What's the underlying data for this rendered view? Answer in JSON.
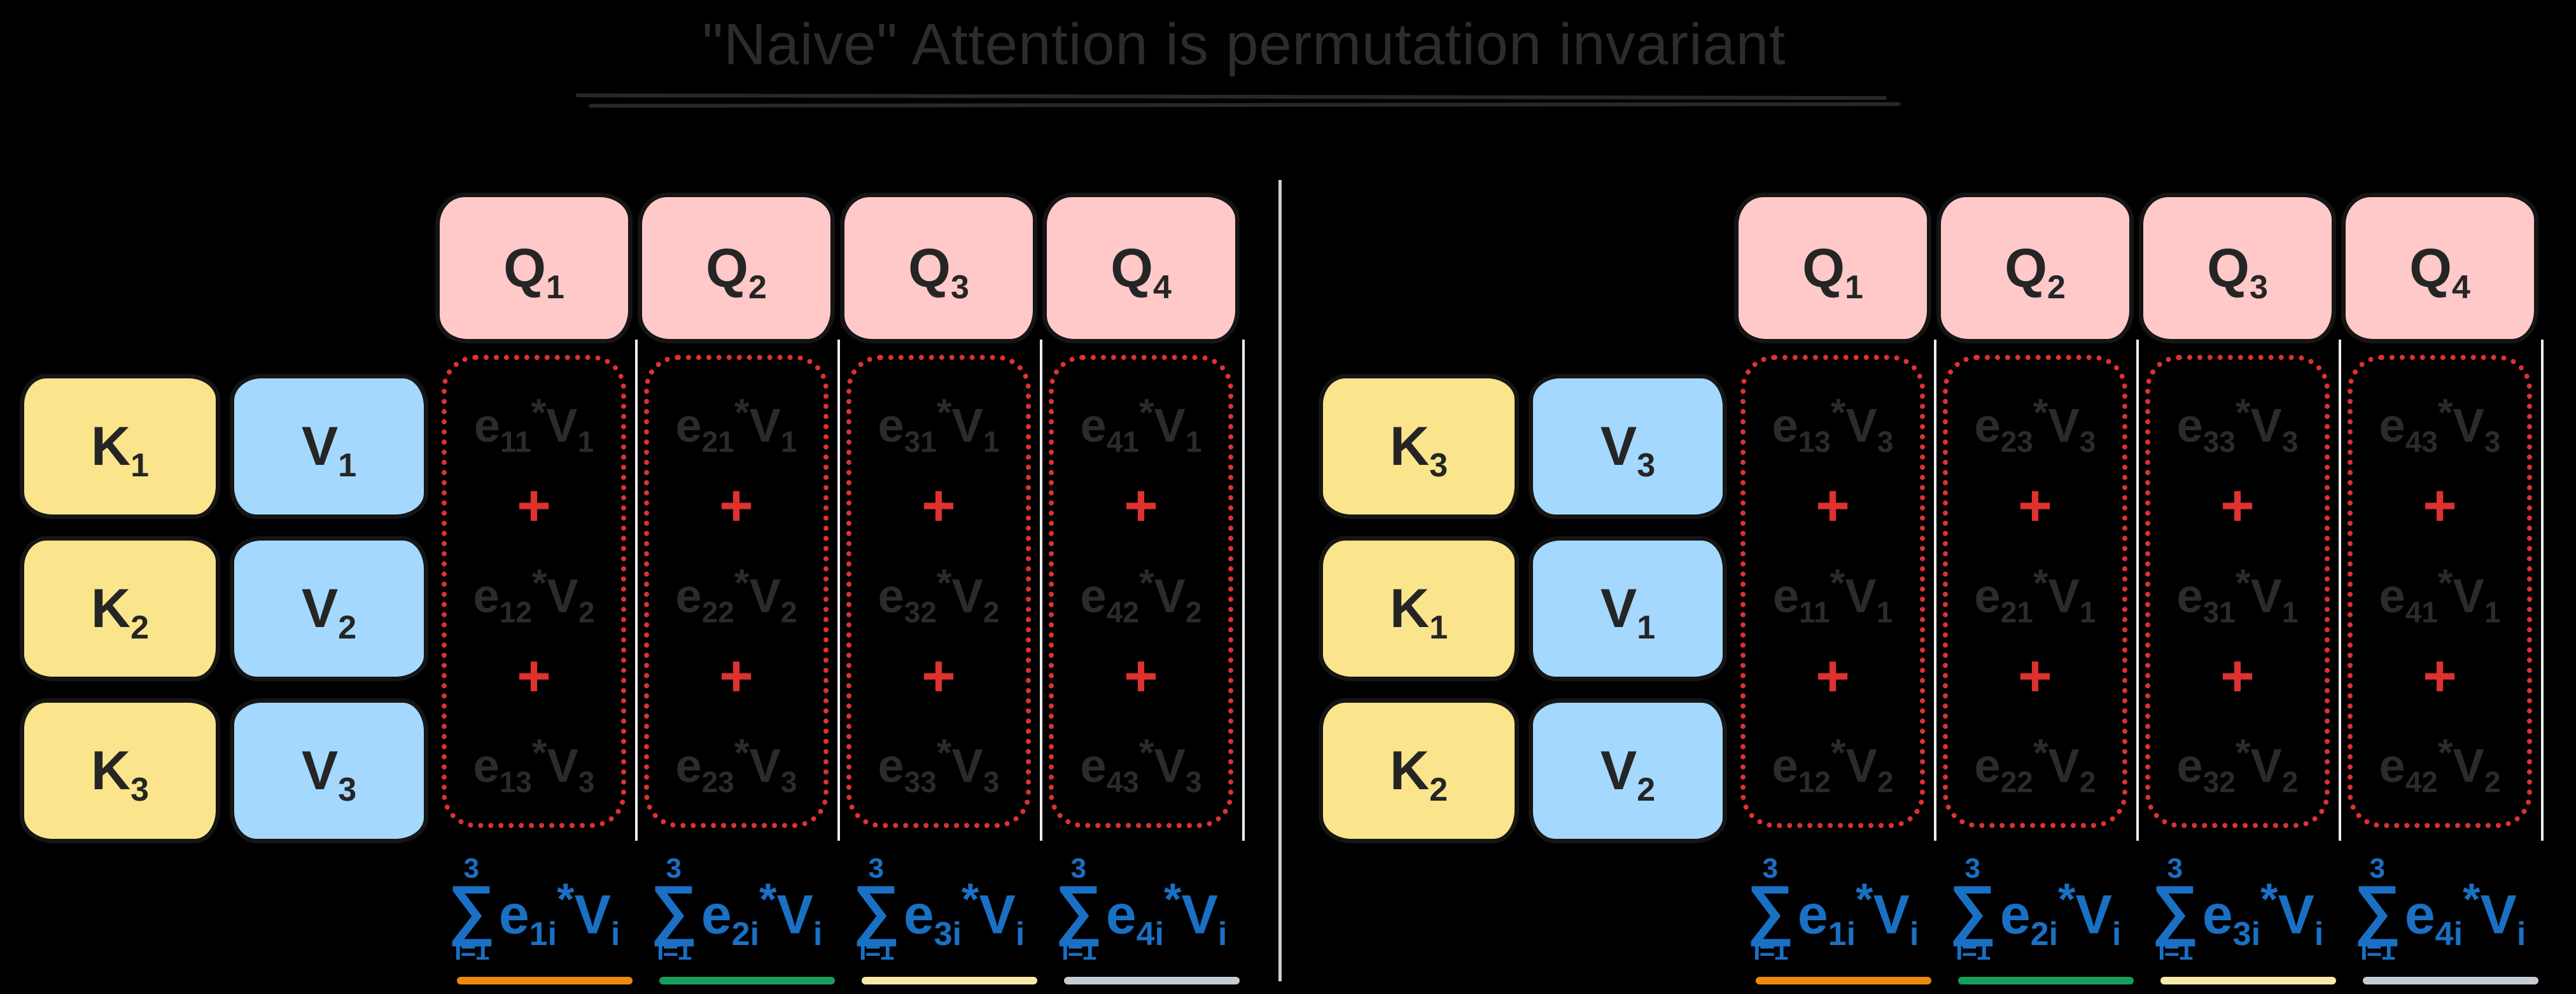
{
  "title": {
    "text": "\"Naive\" Attention is permutation invariant"
  },
  "symbols": {
    "k": "K",
    "v": "V",
    "q": "Q",
    "e": "e",
    "star": "*",
    "plus": "+",
    "sigma": "∑"
  },
  "colors": {
    "background": "#000000",
    "k_box_fill": "#fae58c",
    "v_box_fill": "#a5d8ff",
    "q_box_fill": "#ffc9c9",
    "box_border": "#151515",
    "dotted_border": "#e03131",
    "plus_sign": "#e03131",
    "faint_expression_text": "#2b2b2b",
    "title_text": "#2c2c2f",
    "sum_formula_text": "#1a70c4",
    "column_separator": "#eceef0",
    "panel_divider": "#ccd1d8",
    "underline_colors": [
      "#ee8a0b",
      "#159e5c",
      "#f9e9a9",
      "#c6ccd2"
    ]
  },
  "panels": [
    {
      "kv_rows": [
        {
          "k_sub": "1",
          "v_sub": "1"
        },
        {
          "k_sub": "2",
          "v_sub": "2"
        },
        {
          "k_sub": "3",
          "v_sub": "3"
        }
      ],
      "q_subs": [
        "1",
        "2",
        "3",
        "4"
      ],
      "expr_columns": [
        {
          "terms": [
            {
              "e_sub": "11",
              "v_sub": "1"
            },
            {
              "e_sub": "12",
              "v_sub": "2"
            },
            {
              "e_sub": "13",
              "v_sub": "3"
            }
          ]
        },
        {
          "terms": [
            {
              "e_sub": "21",
              "v_sub": "1"
            },
            {
              "e_sub": "22",
              "v_sub": "2"
            },
            {
              "e_sub": "23",
              "v_sub": "3"
            }
          ]
        },
        {
          "terms": [
            {
              "e_sub": "31",
              "v_sub": "1"
            },
            {
              "e_sub": "32",
              "v_sub": "2"
            },
            {
              "e_sub": "33",
              "v_sub": "3"
            }
          ]
        },
        {
          "terms": [
            {
              "e_sub": "41",
              "v_sub": "1"
            },
            {
              "e_sub": "42",
              "v_sub": "2"
            },
            {
              "e_sub": "43",
              "v_sub": "3"
            }
          ]
        }
      ],
      "sums": [
        {
          "upper": "3",
          "lower": "i=1",
          "e_sub": "1i",
          "v_sub": "i",
          "underline_color": "#ee8a0b"
        },
        {
          "upper": "3",
          "lower": "i=1",
          "e_sub": "2i",
          "v_sub": "i",
          "underline_color": "#159e5c"
        },
        {
          "upper": "3",
          "lower": "i=1",
          "e_sub": "3i",
          "v_sub": "i",
          "underline_color": "#f9e9a9"
        },
        {
          "upper": "3",
          "lower": "i=1",
          "e_sub": "4i",
          "v_sub": "i",
          "underline_color": "#c6ccd2"
        }
      ]
    },
    {
      "kv_rows": [
        {
          "k_sub": "3",
          "v_sub": "3"
        },
        {
          "k_sub": "1",
          "v_sub": "1"
        },
        {
          "k_sub": "2",
          "v_sub": "2"
        }
      ],
      "q_subs": [
        "1",
        "2",
        "3",
        "4"
      ],
      "expr_columns": [
        {
          "terms": [
            {
              "e_sub": "13",
              "v_sub": "3"
            },
            {
              "e_sub": "11",
              "v_sub": "1"
            },
            {
              "e_sub": "12",
              "v_sub": "2"
            }
          ]
        },
        {
          "terms": [
            {
              "e_sub": "23",
              "v_sub": "3"
            },
            {
              "e_sub": "21",
              "v_sub": "1"
            },
            {
              "e_sub": "22",
              "v_sub": "2"
            }
          ]
        },
        {
          "terms": [
            {
              "e_sub": "33",
              "v_sub": "3"
            },
            {
              "e_sub": "31",
              "v_sub": "1"
            },
            {
              "e_sub": "32",
              "v_sub": "2"
            }
          ]
        },
        {
          "terms": [
            {
              "e_sub": "43",
              "v_sub": "3"
            },
            {
              "e_sub": "41",
              "v_sub": "1"
            },
            {
              "e_sub": "42",
              "v_sub": "2"
            }
          ]
        }
      ],
      "sums": [
        {
          "upper": "3",
          "lower": "i=1",
          "e_sub": "1i",
          "v_sub": "i",
          "underline_color": "#ee8a0b"
        },
        {
          "upper": "3",
          "lower": "i=1",
          "e_sub": "2i",
          "v_sub": "i",
          "underline_color": "#159e5c"
        },
        {
          "upper": "3",
          "lower": "i=1",
          "e_sub": "3i",
          "v_sub": "i",
          "underline_color": "#f9e9a9"
        },
        {
          "upper": "3",
          "lower": "i=1",
          "e_sub": "4i",
          "v_sub": "i",
          "underline_color": "#c6ccd2"
        }
      ]
    }
  ]
}
